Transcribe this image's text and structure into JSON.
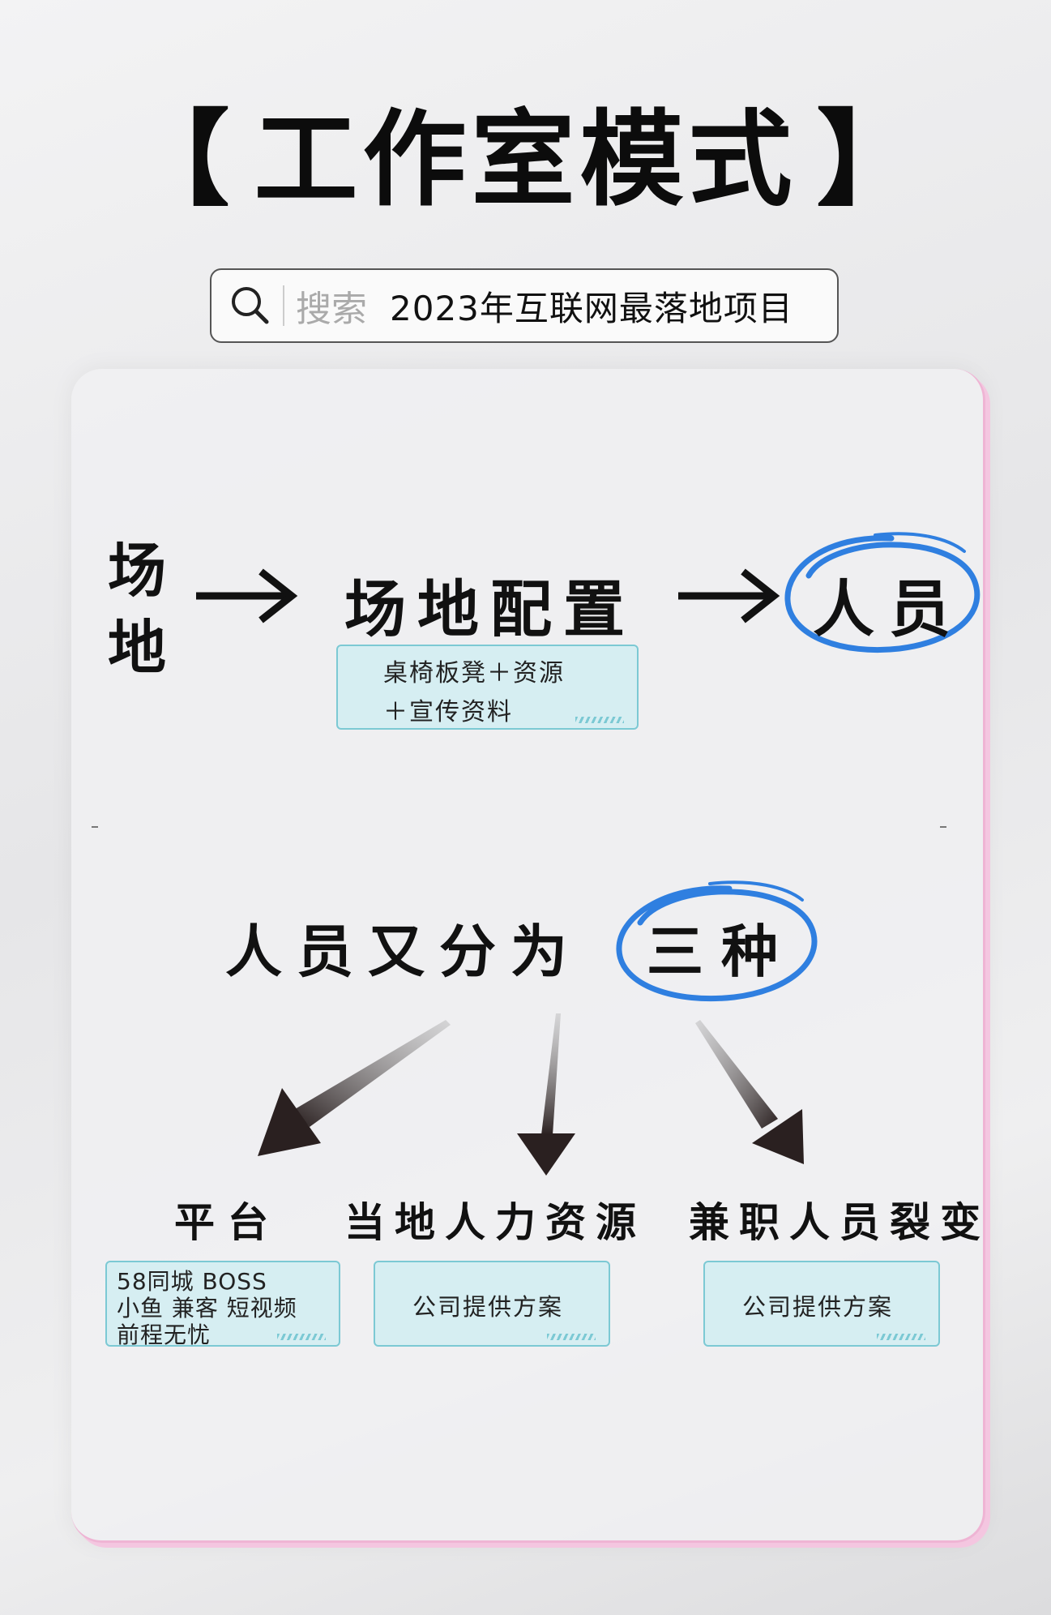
{
  "title": {
    "open_bracket": "【",
    "text": "工作室模式",
    "close_bracket": "】"
  },
  "search": {
    "label": "搜索",
    "query": "2023年互联网最落地项目"
  },
  "flow": {
    "step1_line1": "场",
    "step1_line2": "地",
    "step2": "场地配置",
    "step2_detail_line1": "桌椅板凳＋资源",
    "step2_detail_line2": "＋宣传资料",
    "step3": "人员"
  },
  "types": {
    "heading_prefix": "人员又分为",
    "heading_highlight": "三种",
    "items": [
      {
        "label": "平台",
        "detail_lines": [
          "58同城 BOSS",
          "小鱼 兼客 短视频",
          "前程无忧"
        ]
      },
      {
        "label": "当地人力资源",
        "detail_lines": [
          "公司提供方案"
        ]
      },
      {
        "label": "兼职人员裂变",
        "detail_lines": [
          "公司提供方案"
        ]
      }
    ]
  },
  "colors": {
    "circle_blue": "#2f7fe0",
    "box_fill": "#cdeef2",
    "box_border": "#7cc9d4",
    "card_glow": "#f4c6e0"
  }
}
